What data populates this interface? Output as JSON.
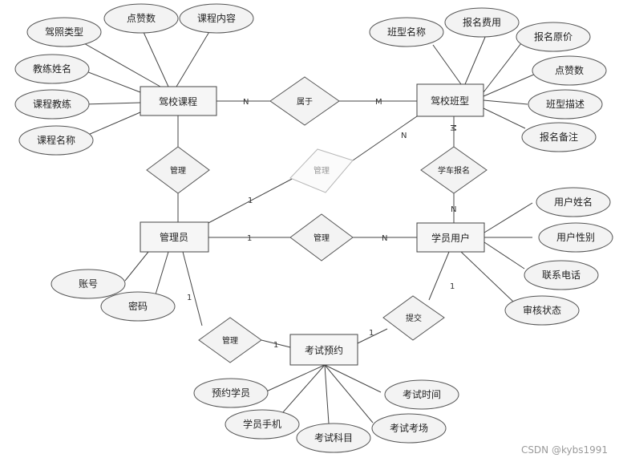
{
  "entities": {
    "course": "驾校课程",
    "class": "驾校班型",
    "admin": "管理员",
    "student": "学员用户",
    "exam": "考试预约"
  },
  "attributes": {
    "course": [
      "驾照类型",
      "点赞数",
      "课程内容",
      "教练姓名",
      "课程教练",
      "课程名称"
    ],
    "class": [
      "班型名称",
      "报名费用",
      "报名原价",
      "点赞数",
      "班型描述",
      "报名备注"
    ],
    "admin": [
      "账号",
      "密码"
    ],
    "student": [
      "用户姓名",
      "用户性别",
      "联系电话",
      "审核状态"
    ],
    "exam": [
      "预约学员",
      "考试时间",
      "学员手机",
      "考试考场",
      "考试科目"
    ]
  },
  "relations": {
    "belongs": "属于",
    "manage_course": "管理",
    "manage_class": "管理",
    "manage_student": "管理",
    "enroll": "学车报名",
    "submit": "提交",
    "manage_exam": "管理"
  },
  "cardinality": {
    "course_belongs": "N",
    "belongs_class": "M",
    "class_enroll": "M",
    "enroll_student": "N",
    "admin_class_1": "1",
    "admin_class_n": "N",
    "admin_student_1": "1",
    "admin_student_n": "N",
    "admin_exam_1": "1",
    "exam_admin_1": "1",
    "exam_submit_1": "1",
    "student_submit_1": "1"
  },
  "watermark": "CSDN @kybs1991"
}
